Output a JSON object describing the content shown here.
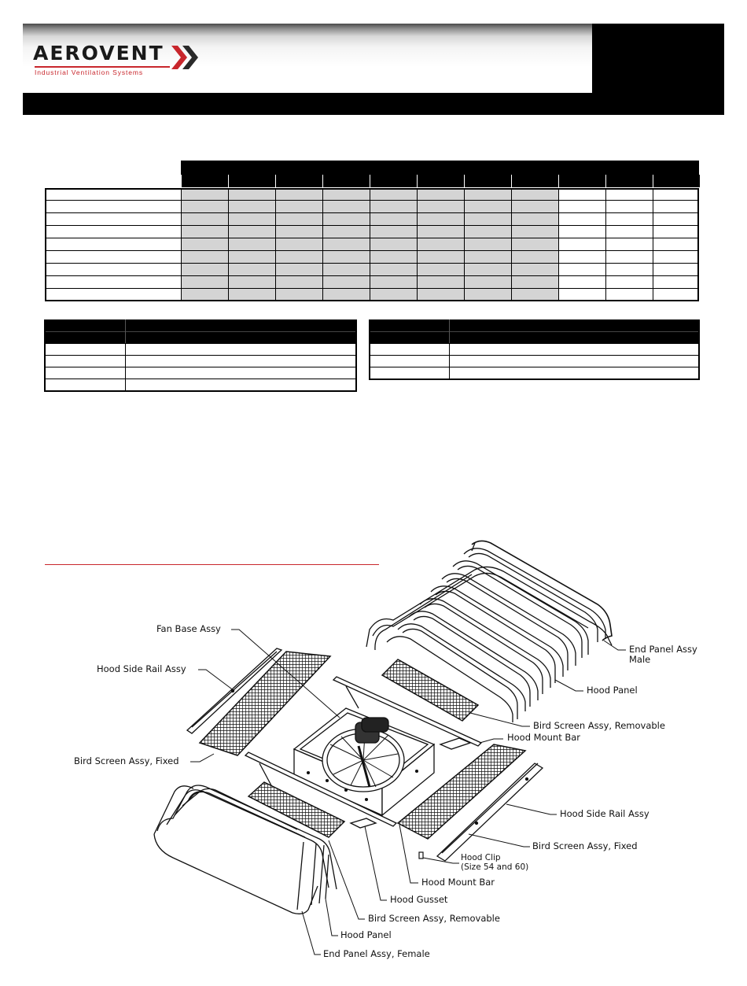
{
  "brand": {
    "name": "Aerovent",
    "tagline": "Industrial Ventilation Systems",
    "accent_color": "#c8262c"
  },
  "spec_table": {
    "columns": 11,
    "gray_columns": 8,
    "body_rows": 9
  },
  "small_tables": {
    "left_rows": 4,
    "right_rows": 3
  },
  "diagram": {
    "callouts": {
      "fan_base_assy": "Fan Base Assy",
      "hood_side_rail_left": "Hood Side Rail Assy",
      "bird_screen_fixed_left": "Bird Screen Assy, Fixed",
      "end_panel_male_line1": "End Panel Assy",
      "end_panel_male_line2": "Male",
      "hood_panel_right": "Hood Panel",
      "bird_screen_removable_right": "Bird Screen Assy, Removable",
      "hood_mount_bar_right": "Hood Mount Bar",
      "hood_side_rail_right": "Hood Side Rail Assy",
      "bird_screen_fixed_right": "Bird Screen Assy, Fixed",
      "hood_clip_line1": "Hood Clip",
      "hood_clip_line2": "(Size 54 and 60)",
      "hood_mount_bar_bottom": "Hood Mount Bar",
      "hood_gusset": "Hood Gusset",
      "bird_screen_removable_bottom": "Bird Screen Assy, Removable",
      "hood_panel_bottom": "Hood Panel",
      "end_panel_female": "End Panel Assy, Female"
    }
  }
}
